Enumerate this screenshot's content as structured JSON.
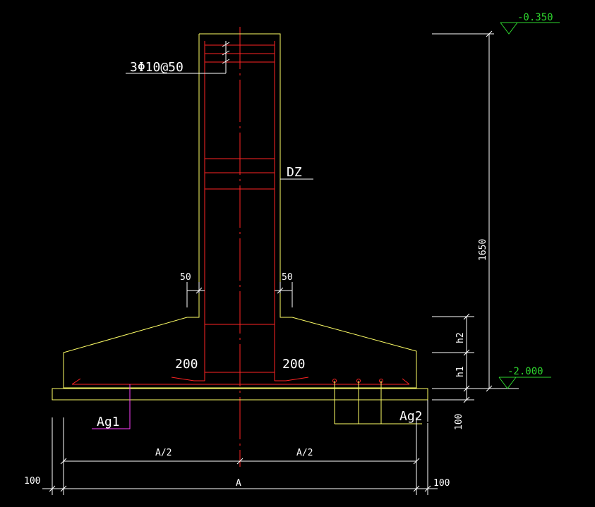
{
  "colors": {
    "background": "#000000",
    "concrete_outline": "#ffff66",
    "reinforcement": "#ff2424",
    "centerline": "#ff2424",
    "dimension": "#ffffff",
    "level": "#2ed62e",
    "leader_magenta": "#ff40ff"
  },
  "labels": {
    "stirrup_spec": "3Φ10@50",
    "column": "DZ",
    "bar_bottom_x": "Ag1",
    "bar_bottom_y": "Ag2"
  },
  "dimensions": {
    "col_cover_left": "50",
    "col_cover_right": "50",
    "anchor_left": "200",
    "anchor_right": "200",
    "height_total": "1650",
    "h2": "h2",
    "h1": "h1",
    "cushion": "100",
    "half_left": "A/2",
    "half_right": "A/2",
    "width": "A",
    "side_left": "100",
    "side_right": "100"
  },
  "levels": {
    "top": "-0.350",
    "bottom": "-2.000"
  }
}
